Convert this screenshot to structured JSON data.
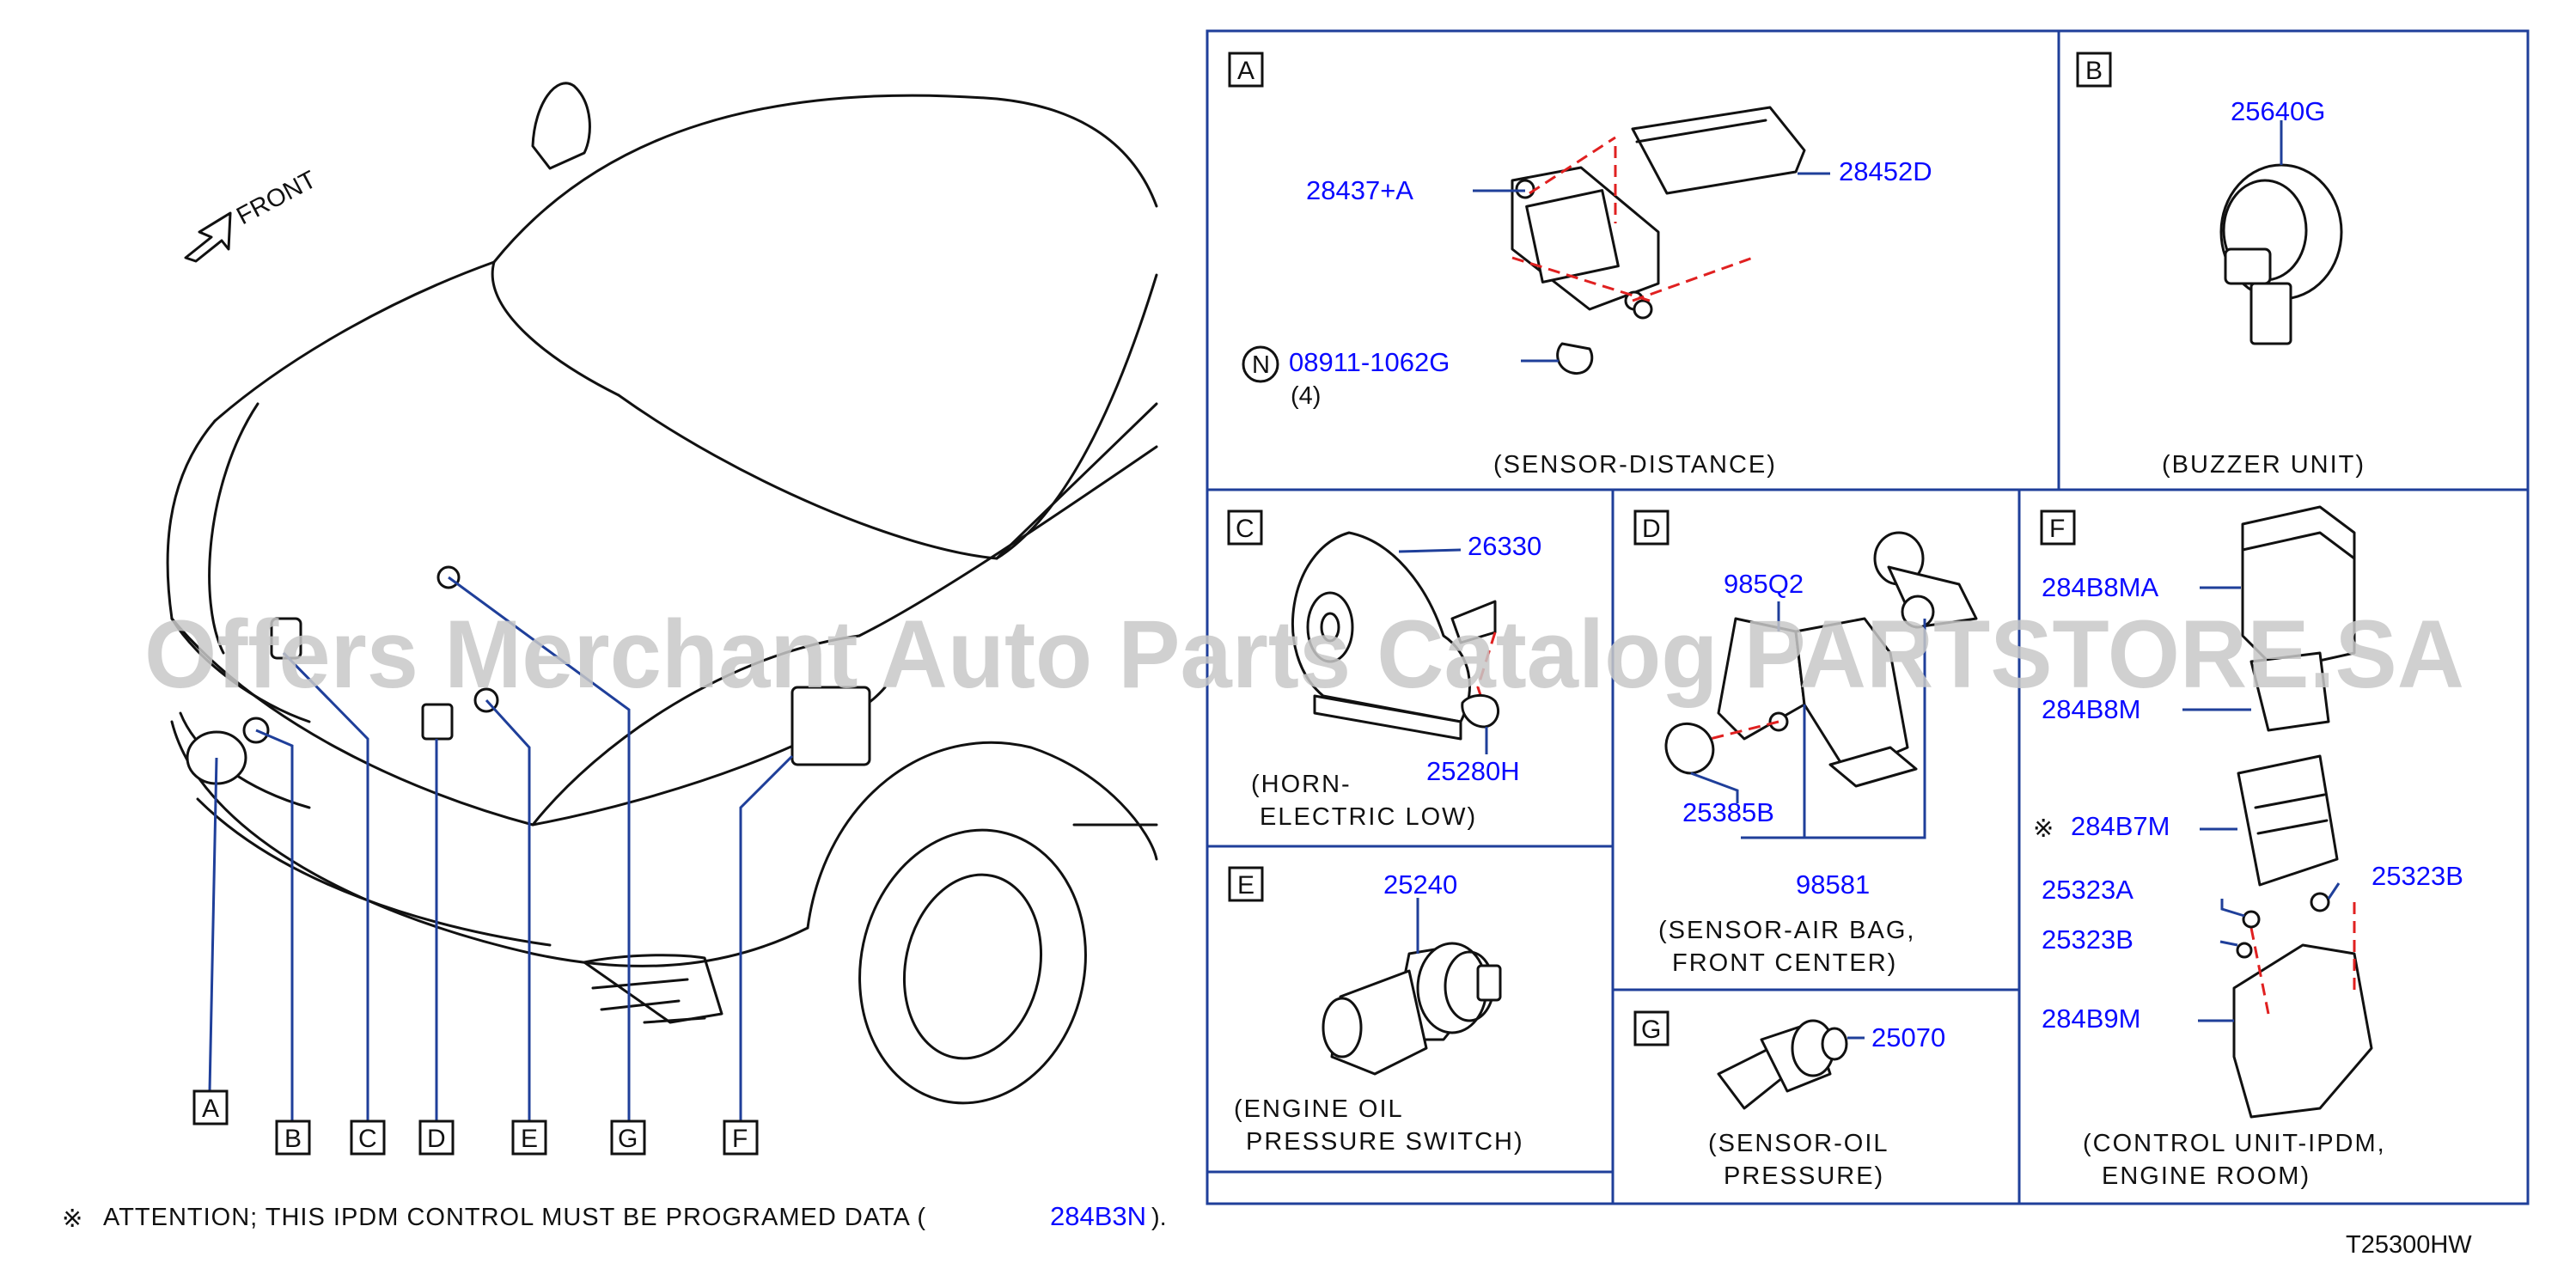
{
  "front_label": "FRONT",
  "watermark": "Offers Merchant Auto Parts Catalog PARTSTORE.SA",
  "callouts": {
    "a": "A",
    "b": "B",
    "c": "C",
    "d": "D",
    "e": "E",
    "f": "F",
    "g": "G"
  },
  "attention": {
    "symbol": "※",
    "text": "ATTENTION;  THIS  IPDM  CONTROL  MUST  BE  PROGRAMED  DATA  (",
    "part": "284B3N",
    "close": ")."
  },
  "diagram_code": "T25300HW",
  "panels": {
    "a": {
      "letter": "A",
      "caption": "(SENSOR-DISTANCE)",
      "parts": [
        "28437+A",
        "28452D",
        "08911-1062G"
      ],
      "note_symbol": "N",
      "qty": "(4)"
    },
    "b": {
      "letter": "B",
      "caption": "(BUZZER   UNIT)",
      "parts": [
        "25640G"
      ]
    },
    "c": {
      "letter": "C",
      "caption_line1": "(HORN-",
      "caption_line2": "ELECTRIC   LOW)",
      "parts": [
        "26330",
        "25280H"
      ]
    },
    "d": {
      "letter": "D",
      "caption_line1": "(SENSOR-AIR  BAG,",
      "caption_line2": "FRONT   CENTER)",
      "parts": [
        "985Q2",
        "25385B",
        "98581"
      ]
    },
    "e": {
      "letter": "E",
      "caption_line1": "(ENGINE   OIL",
      "caption_line2": "PRESSURE   SWITCH)",
      "parts": [
        "25240"
      ]
    },
    "f": {
      "letter": "F",
      "caption_line1": "(CONTROL   UNIT-IPDM,",
      "caption_line2": "ENGINE   ROOM)",
      "parts": [
        "284B8MA",
        "284B8M",
        "284B7M",
        "25323A",
        "25323B",
        "25323B",
        "284B9M"
      ],
      "note_symbol": "※"
    },
    "g": {
      "letter": "G",
      "caption_line1": "(SENSOR-OIL",
      "caption_line2": "PRESSURE)",
      "parts": [
        "25070"
      ]
    }
  }
}
